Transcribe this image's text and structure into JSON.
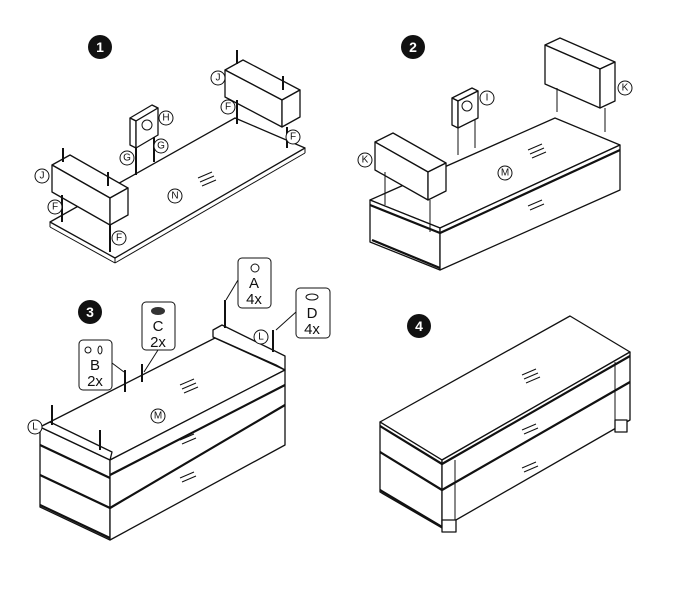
{
  "steps": [
    {
      "number": "1",
      "labels": {
        "J1": "J",
        "J2": "J",
        "H": "H",
        "G1": "G",
        "G2": "G",
        "F1": "F",
        "F2": "F",
        "F3": "F",
        "F4": "F",
        "N": "N"
      }
    },
    {
      "number": "2",
      "labels": {
        "I": "I",
        "K1": "K",
        "K2": "K",
        "M": "M"
      }
    },
    {
      "number": "3",
      "labels": {
        "L1": "L",
        "L2": "L",
        "M": "M"
      },
      "callouts": [
        {
          "part": "A",
          "qty": "4x"
        },
        {
          "part": "B",
          "qty": "2x"
        },
        {
          "part": "C",
          "qty": "2x"
        },
        {
          "part": "D",
          "qty": "4x"
        }
      ]
    },
    {
      "number": "4"
    }
  ]
}
